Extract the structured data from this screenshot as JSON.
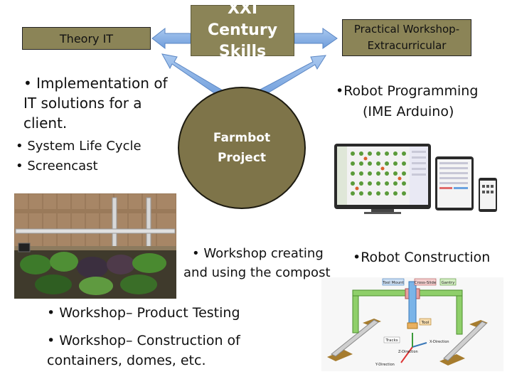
{
  "center": {
    "title": "XXI Century Skills"
  },
  "left_box": {
    "title": "Theory IT"
  },
  "right_box": {
    "title_line1": "Practical Workshop-",
    "title_line2": "Extracurricular"
  },
  "hub": {
    "line1": "Farmbot",
    "line2": "Project"
  },
  "theory_bullets": {
    "b1_l1": "• Implementation of",
    "b1_l2": "IT solutions for a",
    "b1_l3": "client.",
    "b2": "• System Life Cycle",
    "b3": "• Screencast"
  },
  "practical": {
    "robot_programming_l1": "•Robot Programming",
    "robot_programming_l2": "(IME Arduino)",
    "robot_construction": "•Robot Construction"
  },
  "compost": {
    "l1": "• Workshop creating",
    "l2": "and using the compost"
  },
  "workshops": {
    "w1": "• Workshop– Product Testing",
    "w2_l1": "• Workshop– Construction of",
    "w2_l2": "containers, domes, etc."
  },
  "gantry_diagram": {
    "tool_mount": "Tool Mount",
    "cross_slide": "Cross-Slide",
    "gantry": "Gantry",
    "tool": "Tool",
    "tracks": "Tracks",
    "x_direction": "X-Direction",
    "z_direction": "Z-Direction",
    "y_direction": "Y-Direction"
  },
  "colors": {
    "box_fill": "#8b8457",
    "hub_fill": "#7e7449",
    "arrow_fill": "#7aa6df",
    "arrow_stroke": "#5a86c4"
  }
}
